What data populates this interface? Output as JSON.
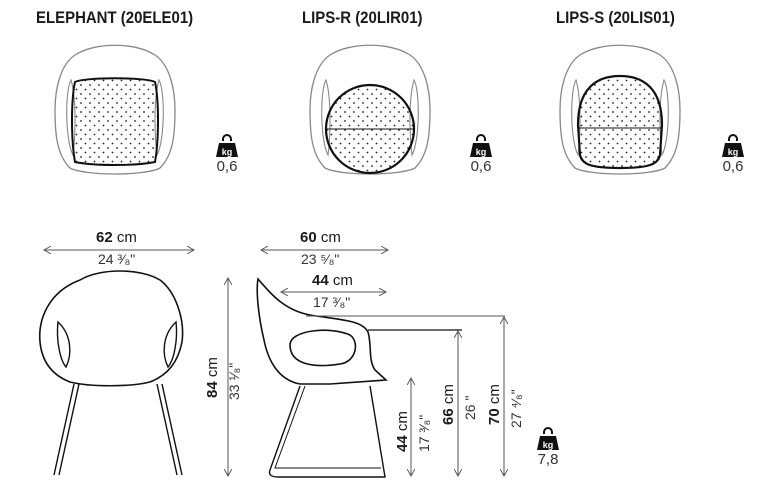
{
  "variants": [
    {
      "name": "ELEPHANT (20ELE01)",
      "weight": "0,6",
      "cushion": "full-seat"
    },
    {
      "name": "LIPS-R (20LIR01)",
      "weight": "0,6",
      "cushion": "round"
    },
    {
      "name": "LIPS-S (20LIS01)",
      "weight": "0,6",
      "cushion": "shaped"
    }
  ],
  "weight_icon_label": "kg",
  "front_view": {
    "width_cm": "62",
    "width_in": "24 ³⁄₈\"",
    "height_cm": "84",
    "height_in": "33 ¹⁄₈\""
  },
  "side_view": {
    "depth_cm": "60",
    "depth_in": "23 ⁵⁄₈\"",
    "seat_depth_cm": "44",
    "seat_depth_in": "17 ³⁄₈\"",
    "seat_height_cm": "44",
    "seat_height_in": "17 ³⁄₈\"",
    "arm_height_cm": "66",
    "arm_height_in": "26 \"",
    "back_height_cm": "70",
    "back_height_in": "27 ⁴⁄₈\""
  },
  "total_weight": "7,8",
  "unit_cm": "cm"
}
